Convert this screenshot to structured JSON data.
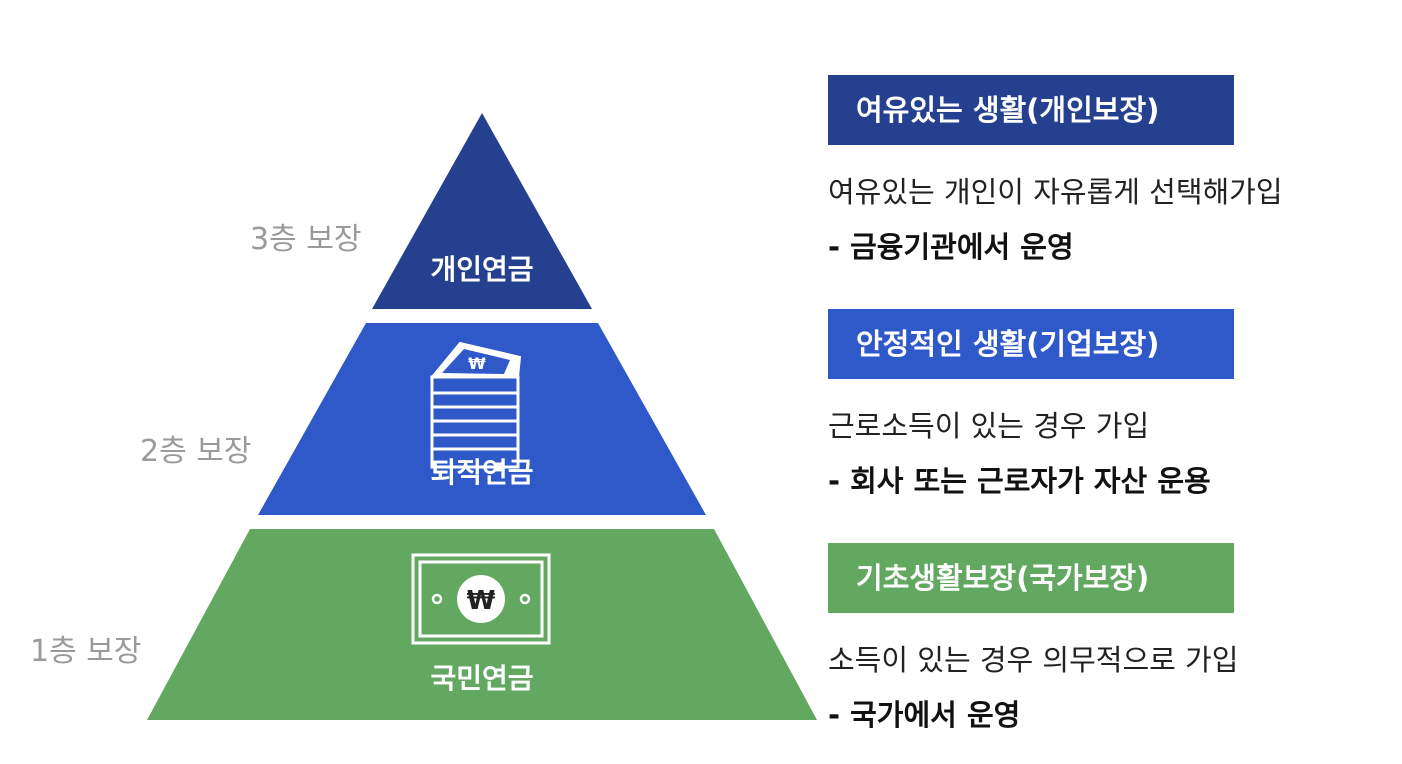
{
  "colors": {
    "tier3": "#25408f",
    "tier2": "#2f58c8",
    "tier1": "#63a860",
    "tier_label": "#9a9a9a"
  },
  "pyramid": {
    "tiers": [
      {
        "level_label": "3층 보장",
        "name": "개인연금",
        "icon": ""
      },
      {
        "level_label": "2층 보장",
        "name": "퇴직연금",
        "icon": "money-stack-icon"
      },
      {
        "level_label": "1층 보장",
        "name": "국민연금",
        "icon": "banknote-icon"
      }
    ],
    "currency_symbol": "₩"
  },
  "sections": [
    {
      "title": "여유있는 생활(개인보장)",
      "desc": "여유있는 개인이 자유롭게 선택해가입",
      "note": "- 금융기관에서 운영"
    },
    {
      "title": "안정적인 생활(기업보장)",
      "desc": "근로소득이 있는 경우 가입",
      "note": "- 회사 또는 근로자가 자산 운용"
    },
    {
      "title": "기초생활보장(국가보장)",
      "desc": "소득이 있는 경우 의무적으로 가입",
      "note": "- 국가에서 운영"
    }
  ]
}
